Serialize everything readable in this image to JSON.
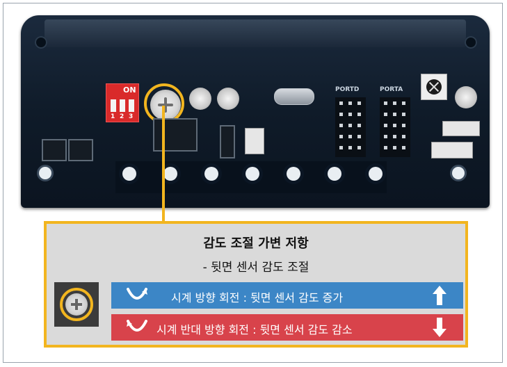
{
  "board": {
    "dip_switch": {
      "on_label": "ON",
      "numbers": [
        "1",
        "2",
        "3"
      ]
    },
    "port_labels": [
      "PORTD",
      "PORTA"
    ]
  },
  "callout": {
    "title": "감도 조절 가변 저항",
    "subtitle": "- 뒷면 센서 감도 조절",
    "clockwise": {
      "text": "시계 방향 회전 : 뒷면 센서 감도 증가",
      "color": "#3c86c6",
      "icon_rotate": "rotate-clockwise-icon",
      "icon_arrow": "arrow-up-icon"
    },
    "counter_clockwise": {
      "text": "시계 반대 방향 회전 : 뒷면 센서 감도 감소",
      "color": "#d8434b",
      "icon_rotate": "rotate-counterclockwise-icon",
      "icon_arrow": "arrow-down-icon"
    },
    "highlight_color": "#f2b51f"
  }
}
